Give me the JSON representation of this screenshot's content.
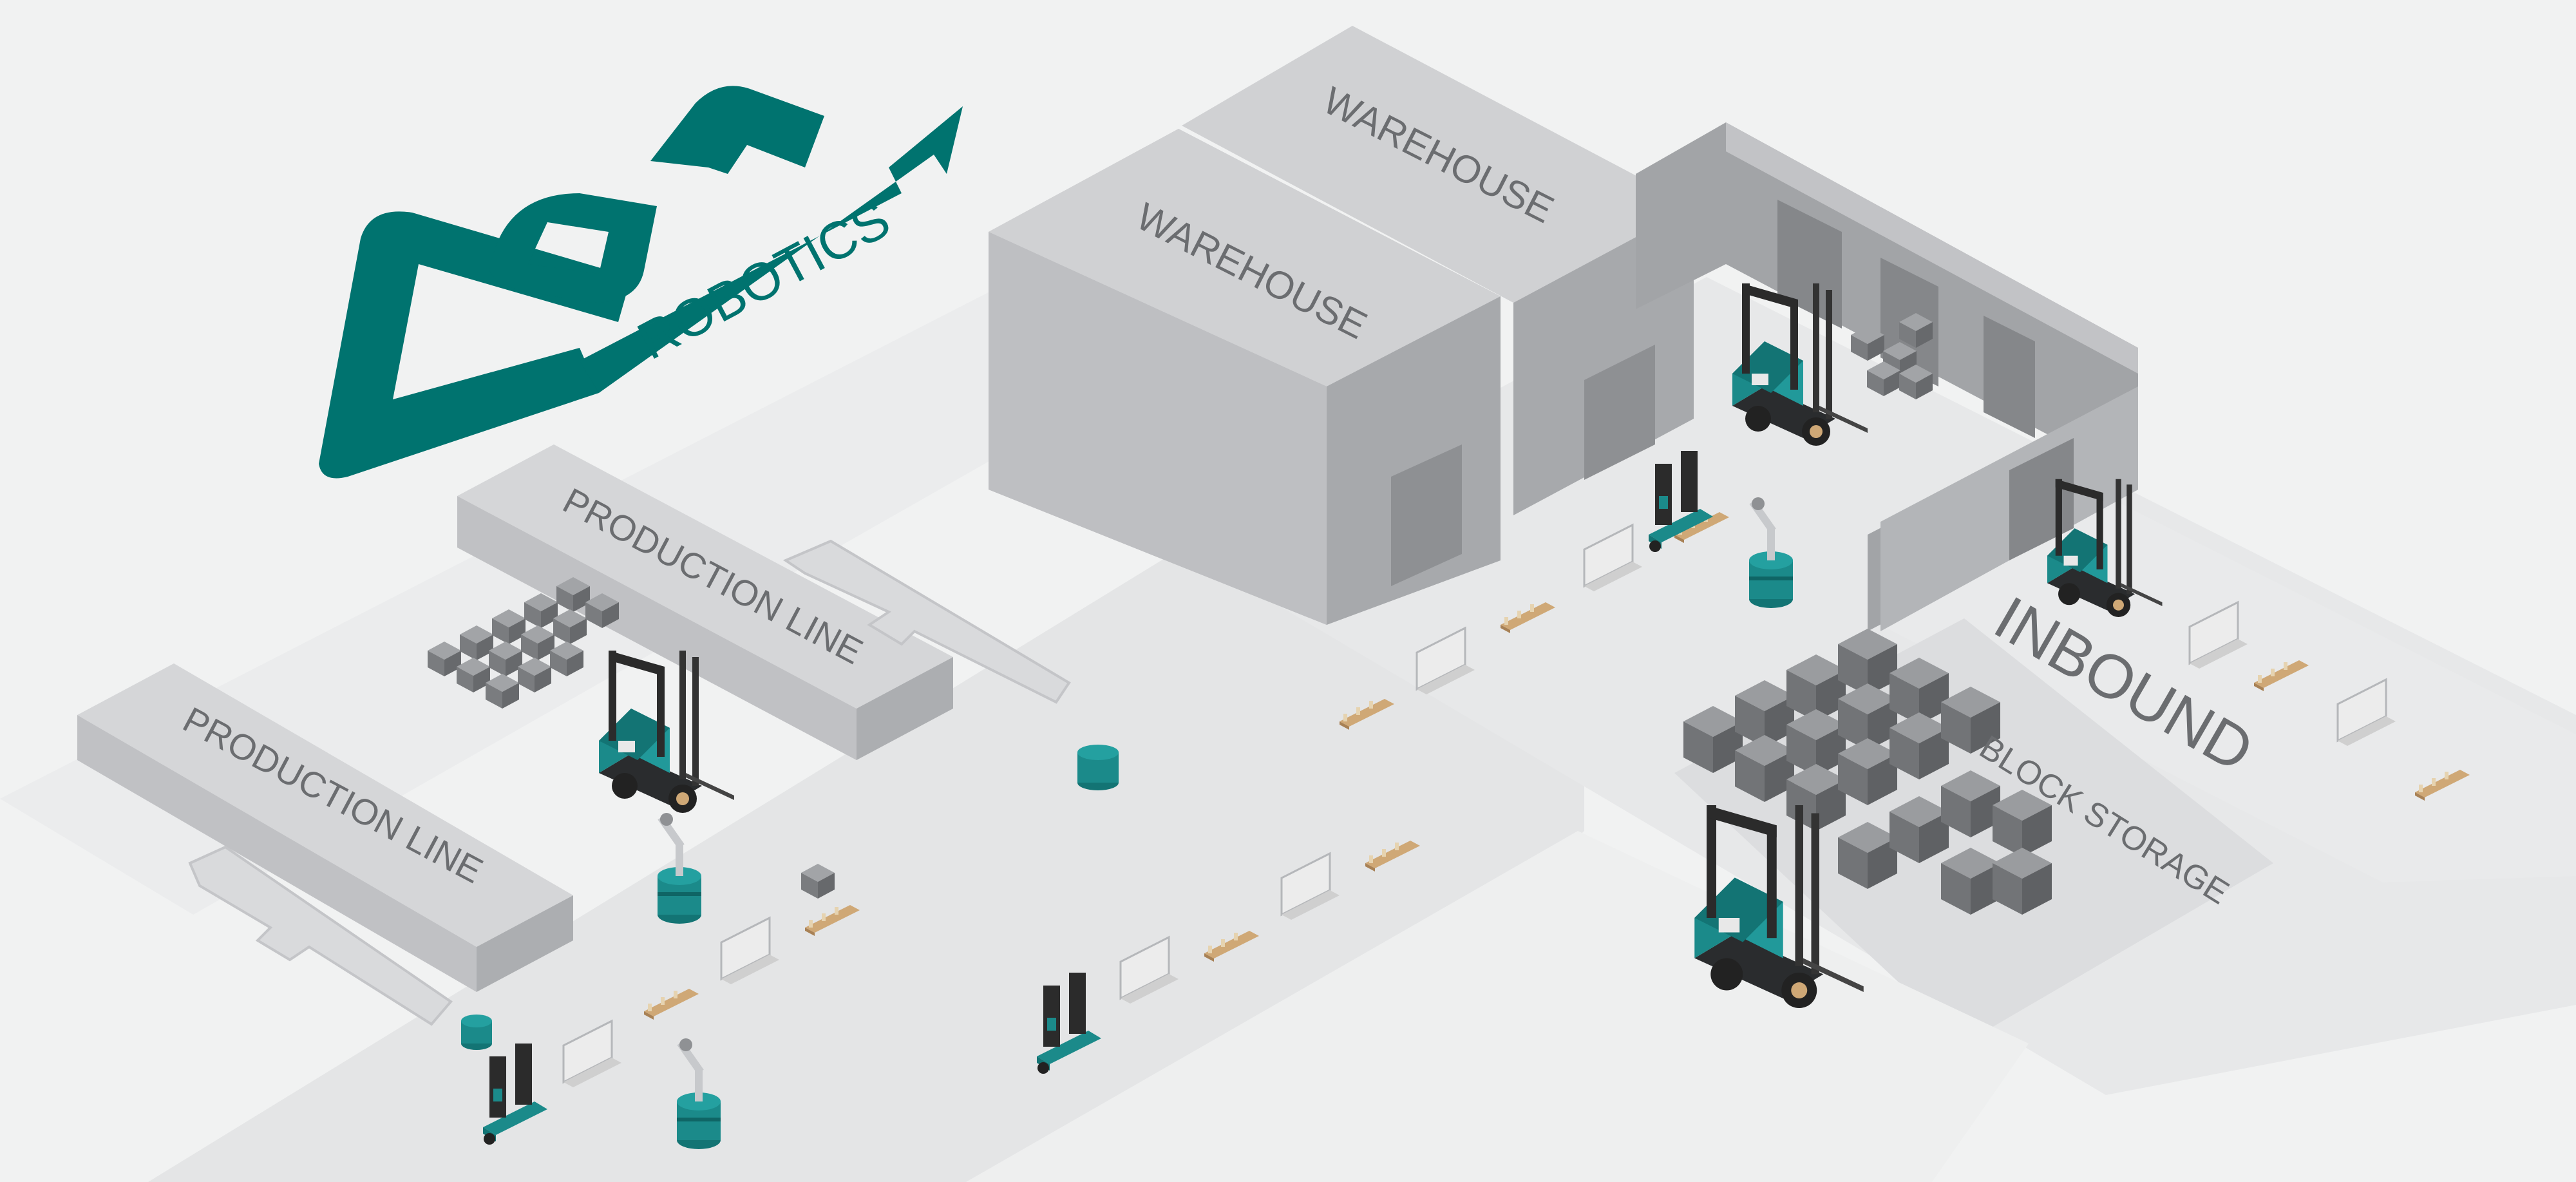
{
  "logo": {
    "mark": "4am",
    "wordmark": "ROBOTICS",
    "color": "#00736f"
  },
  "labels": {
    "warehouse_a": "WAREHOUSE",
    "warehouse_b": "WAREHOUSE",
    "production_line_a": "PRODUCTION LINE",
    "production_line_b": "PRODUCTION LINE",
    "inbound": "INBOUND",
    "block_storage": "BLOCK STORAGE"
  },
  "colors": {
    "floor": "#f1f2f2",
    "aisle": "#e4e5e6",
    "building_top": "#d0d1d3",
    "building_left": "#bcbdc0",
    "building_right": "#a7a9ac",
    "robot_teal": "#1b8a8a",
    "robot_dark": "#2b2b2b",
    "block": "#8c8e91"
  },
  "icons": {
    "forklift": "forklift-icon",
    "tugger": "tugger-icon",
    "cobot": "cobot-arm-icon",
    "pallet": "pallet-icon"
  }
}
